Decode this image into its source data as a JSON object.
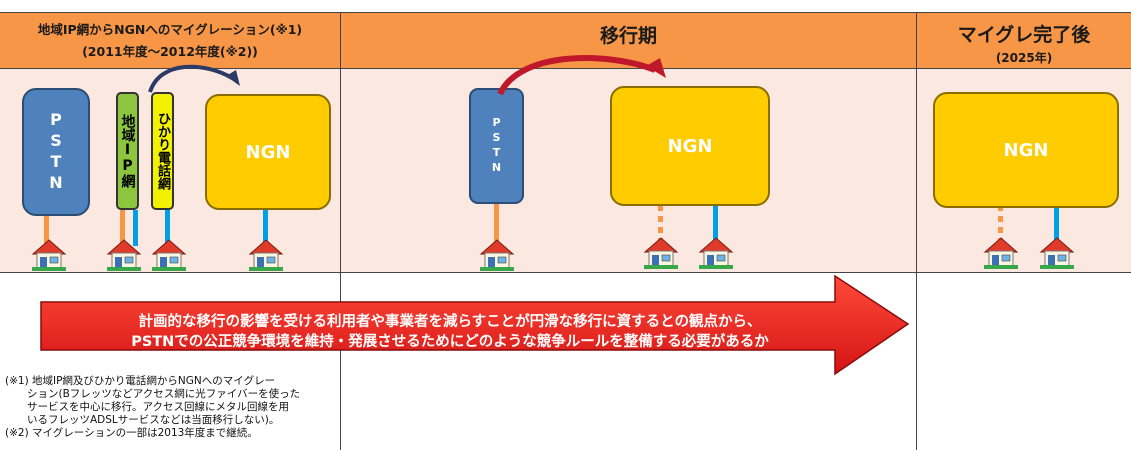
{
  "headers": {
    "col1_title": "地域IP網からNGNへのマイグレーション(※1)",
    "col1_subtitle": "(2011年度～2012年度(※2))",
    "col2_title": "移行期",
    "col3_title": "マイグレ完了後",
    "col3_subtitle": "(2025年)"
  },
  "boxes": {
    "pstn_label": "PSTN",
    "local_ip_label": "地域IP網",
    "hikari_label": "ひかり電話網",
    "ngn_label": "NGN"
  },
  "arrow_text": {
    "line1": "計画的な移行の影響を受ける利用者や事業者を減らすことが円滑な移行に資するとの観点から、",
    "line2": "PSTNでの公正競争環境を維持・発展させるためにどのような競争ルールを整備する必要があるか"
  },
  "notes": [
    "(※1) 地域IP網及びひかり電話網からNGNへのマイグレー",
    "ション(Bフレッツなどアクセス網に光ファイバーを使った",
    "サービスを中心に移行。アクセス回線にメタル回線を用",
    "いるフレッツADSLサービスなどは当面移行しない)。",
    "(※2) マイグレーションの一部は2013年度まで継続。"
  ],
  "colors": {
    "header": "#f79646",
    "pstn": "#4f81bd",
    "ngn": "#ffcc00",
    "arrow": "#e81b1b",
    "migration_arrow": "#c0182b"
  }
}
